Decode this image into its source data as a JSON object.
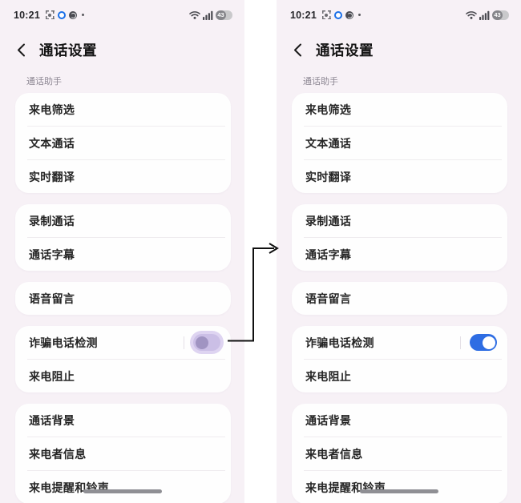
{
  "status_bar": {
    "time": "10:21",
    "battery_percent": "43",
    "left_icons": [
      "screen-focus-icon",
      "blue-ring-icon",
      "app-badge-icon",
      "dot-icon"
    ],
    "right_icons": [
      "wifi-icon",
      "signal-icon",
      "battery-indicator"
    ]
  },
  "nav": {
    "title": "通话设置",
    "back_icon": "chevron-left"
  },
  "section_label": "通话助手",
  "cards": [
    {
      "items": [
        {
          "label": "来电筛选"
        },
        {
          "label": "文本通话"
        },
        {
          "label": "实时翻译"
        }
      ]
    },
    {
      "items": [
        {
          "label": "录制通话"
        },
        {
          "label": "通话字幕"
        }
      ]
    },
    {
      "items": [
        {
          "label": "语音留言"
        }
      ]
    },
    {
      "items": [
        {
          "label": "诈骗电话检测",
          "toggle": true
        },
        {
          "label": "来电阻止"
        }
      ]
    },
    {
      "items": [
        {
          "label": "通话背景"
        },
        {
          "label": "来电者信息"
        },
        {
          "label": "来电提醒和铃声"
        }
      ]
    }
  ],
  "phones": [
    {
      "scam_detection_on": false
    },
    {
      "scam_detection_on": true
    }
  ],
  "colors": {
    "toggle_on": "#2e6de3",
    "toggle_off_track": "#cbbfe6",
    "toggle_off_thumb": "#a094c2",
    "phone_background": "#f7f1f6",
    "card_background": "#fefefe",
    "arrow": "#101010"
  }
}
